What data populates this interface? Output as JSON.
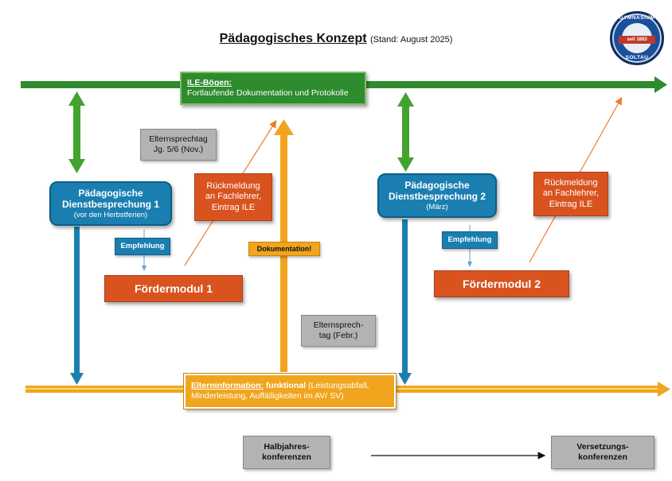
{
  "title": {
    "main": "Pädagogisches Konzept",
    "sub": "(Stand: August 2025)"
  },
  "logo": {
    "top": "GYMNASIUM",
    "band": "seit 1883",
    "bottom": "SOLTAU"
  },
  "ile": {
    "heading": "ILE-Bögen:",
    "text": "Fortlaufende Dokumentation und Protokolle"
  },
  "elternsprechtag1": {
    "line1": "Elternsprechtag",
    "line2": "Jg. 5/6 (Nov.)"
  },
  "elternsprechtag2": {
    "line1": "Elternsprech-",
    "line2": "tag (Febr.)"
  },
  "dienst1": {
    "line1": "Pädagogische",
    "line2": "Dienstbesprechung 1",
    "line3": "(vor den Herbstferien)"
  },
  "dienst2": {
    "line1": "Pädagogische",
    "line2": "Dienstbesprechung 2",
    "line3": "(März)"
  },
  "rueck1": {
    "line1": "Rückmeldung",
    "line2": "an Fachlehrer,",
    "line3": "Eintrag ILE"
  },
  "rueck2": {
    "line1": "Rückmeldung",
    "line2": "an Fachlehrer,",
    "line3": "Eintrag ILE"
  },
  "empf1": "Empfehlung",
  "empf2": "Empfehlung",
  "dokumentation": "Dokumentation!",
  "foerder1": "Fördermodul 1",
  "foerder2": "Fördermodul 2",
  "eltern": {
    "heading": "Elterninformation:",
    "bold": "funktional",
    "rest1": "(Leistungsabfall,",
    "rest2": "Minderleistung, Auffälligkeiten im AV/ SV)"
  },
  "halbjahr": {
    "line1": "Halbjahres-",
    "line2": "konferenzen"
  },
  "versetzung": {
    "line1": "Versetzungs-",
    "line2": "konferenzen"
  }
}
